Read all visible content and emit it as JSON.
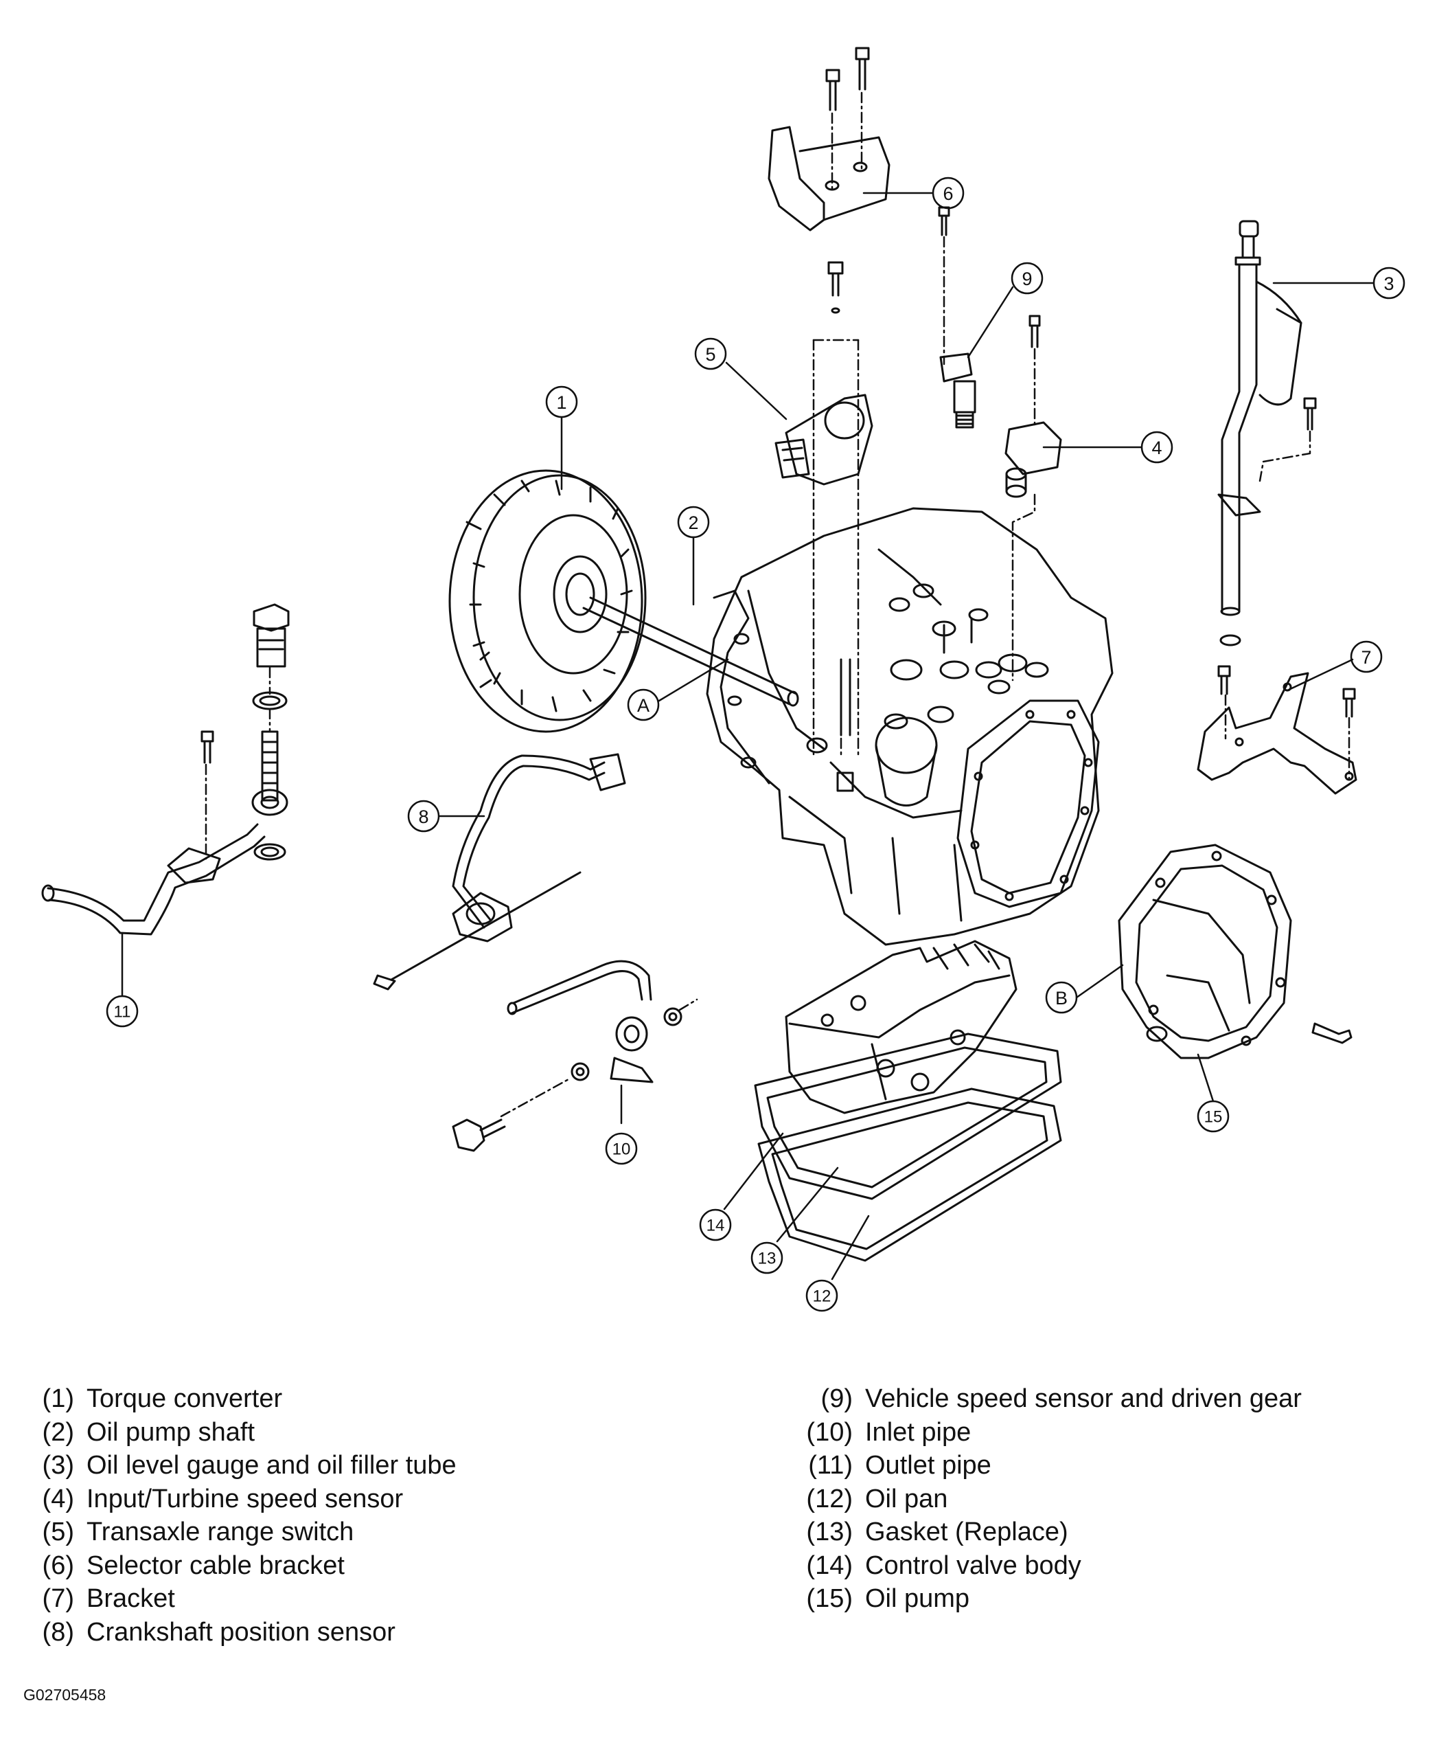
{
  "callouts": {
    "c1": "1",
    "c2": "2",
    "c3": "3",
    "c4": "4",
    "c5": "5",
    "c6": "6",
    "c7": "7",
    "c8": "8",
    "c9": "9",
    "c10": "10",
    "c11": "11",
    "c12": "12",
    "c13": "13",
    "c14": "14",
    "c15": "15",
    "cA": "A",
    "cB": "B"
  },
  "legend": {
    "left": [
      {
        "num": "(1)",
        "text": "Torque converter"
      },
      {
        "num": "(2)",
        "text": "Oil pump shaft"
      },
      {
        "num": "(3)",
        "text": "Oil level gauge and oil filler tube"
      },
      {
        "num": "(4)",
        "text": "Input/Turbine speed sensor"
      },
      {
        "num": "(5)",
        "text": "Transaxle range switch"
      },
      {
        "num": "(6)",
        "text": "Selector cable bracket"
      },
      {
        "num": "(7)",
        "text": "Bracket"
      },
      {
        "num": "(8)",
        "text": "Crankshaft position sensor"
      }
    ],
    "right": [
      {
        "num": "(9)",
        "text": "Vehicle speed sensor and driven gear"
      },
      {
        "num": "(10)",
        "text": "Inlet pipe"
      },
      {
        "num": "(11)",
        "text": "Outlet pipe"
      },
      {
        "num": "(12)",
        "text": "Oil pan"
      },
      {
        "num": "(13)",
        "text": "Gasket (Replace)"
      },
      {
        "num": "(14)",
        "text": "Control valve body"
      },
      {
        "num": "(15)",
        "text": "Oil pump"
      }
    ]
  },
  "figure_id": "G02705458",
  "colors": {
    "ink": "#111111",
    "background": "#ffffff"
  }
}
